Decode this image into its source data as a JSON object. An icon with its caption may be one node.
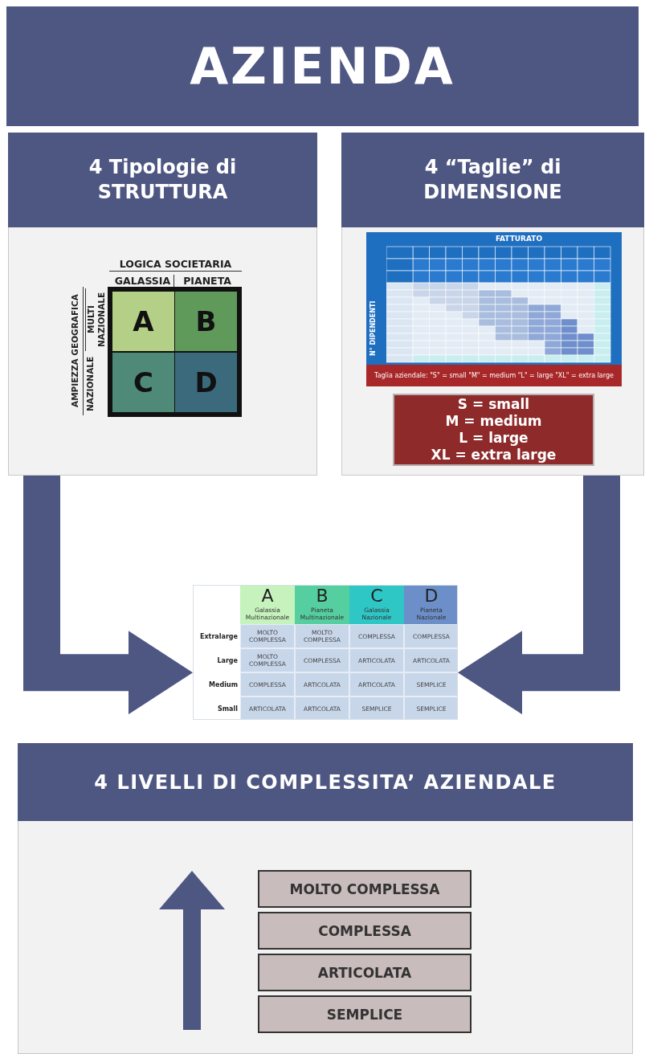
{
  "diagram": {
    "title": "AZIENDA",
    "nodes": [
      {
        "text": [
          "4 Tipologie di STRUTTURA"
        ]
      },
      {
        "text": [
          "A"
        ],
        "in": 0
      },
      {
        "text": [
          "B"
        ],
        "in": 0
      },
      {
        "text": [
          "C"
        ],
        "in": 0
      },
      {
        "text": [
          "D"
        ],
        "in": 0
      },
      {
        "text": [
          "4 “Taglie” di DIMENSIONE"
        ]
      },
      {
        "text": [
          "S = small",
          "M = medium",
          "L = large",
          "XL = extra large"
        ],
        "in": 5
      },
      {
        "text": [],
        "shape": "box"
      },
      {
        "text": [
          "4 LIVELLI DI COMPLESSITA’ AZIENDALE"
        ]
      },
      {
        "text": [
          "MOLTO COMPLESSA"
        ],
        "in": 8
      },
      {
        "text": [
          "COMPLESSA"
        ],
        "in": 8
      },
      {
        "text": [
          "ARTICOLATA"
        ],
        "in": 8
      },
      {
        "text": [
          "SEMPLICE"
        ],
        "in": 8
      }
    ],
    "edges": [
      {
        "from": 0,
        "to": 7,
        "arrow": "to"
      },
      {
        "from": 5,
        "to": 7,
        "arrow": "to"
      }
    ],
    "labels": [
      "LOGICA SOCIETARIA",
      "GALASSIA",
      "PIANETA",
      "AMPIEZZA GEOGRAFICA",
      "MULTI NAZIONALE",
      "NAZIONALE",
      "FATTURATO",
      "N° DIPENDENTI",
      "Taglia aziendale: \"S\" = small \"M\" = medium \"L\" = large \"XL\" = extra large",
      "A",
      "Galassia Multinazionale",
      "B",
      "Pianeta Multinazionale",
      "C",
      "Galassia Nazionale",
      "D",
      "Pianeta Nazionale",
      "Extralarge",
      "MOLTO COMPLESSA",
      "MOLTO COMPLESSA",
      "COMPLESSA",
      "COMPLESSA",
      "Large",
      "MOLTO COMPLESSA",
      "COMPLESSA",
      "ARTICOLATA",
      "ARTICOLATA",
      "Medium",
      "COMPLESSA",
      "ARTICOLATA",
      "ARTICOLATA",
      "SEMPLICE",
      "Small",
      "ARTICOLATA",
      "ARTICOLATA",
      "SEMPLICE",
      "SEMPLICE"
    ]
  }
}
